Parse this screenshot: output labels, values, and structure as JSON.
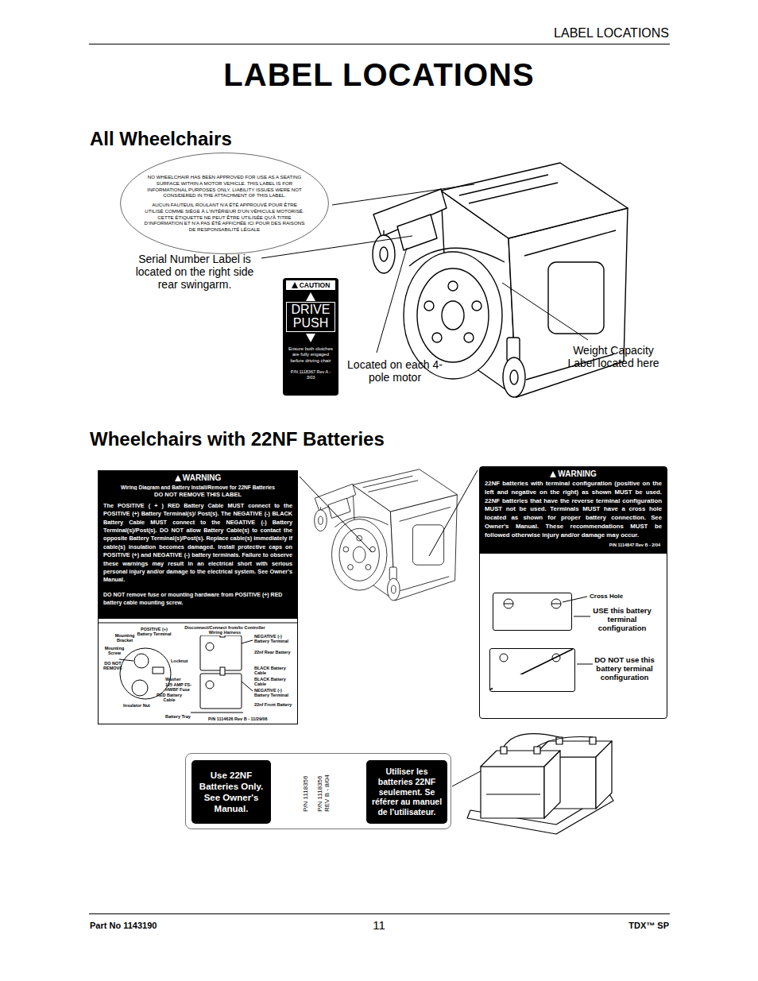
{
  "diagram": {
    "title": "LABEL LOCATIONS",
    "nodes": [
      {
        "text": [
          "NO WHEELCHAIR HAS BEEN APPROVED FOR USE AS A SEATING SURFACE WITHIN A MOTOR VEHICLE. THIS LABEL IS FOR INFORMATIONAL PURPOSES ONLY. LIABILITY ISSUES WERE NOT CONSIDERED IN THE ATTACHMENT OF THIS LABEL.",
          "AUCUN FAUTEUIL ROULANT N'A ÉTÉ APPROUVÉ POUR ÊTRE UTILISÉ COMME SIÈGE À L'INTÉRIEUR D'UN VÉHICULE MOTORISÉ. CETTE ÉTIQUETTE NE PEUT ÊTRE UTILISÉE QU'À TITRE D'INFORMATION ET N'A PAS ÉTÉ AFFICHÉE ICI POUR DES RAISONS DE RESPONSABILITÉ LÉGALE"
        ]
      },
      {
        "text": [
          "CAUTION",
          "DRIVE",
          "PUSH",
          "Ensure both clutches are fully engaged before driving chair",
          "P/N 1118367 Rev A - 3/03"
        ]
      },
      {
        "text": [
          "WARNING",
          "Wiring Diagram and Battery Install/Remove for 22NF Batteries",
          "DO NOT REMOVE THIS LABEL",
          "The POSITIVE ( + ) RED Battery Cable MUST connect to the POSITIVE (+) Battery Terminal(s)/ Post(s). The NEGATIVE (-) BLACK Battery Cable MUST connect to the NEGATIVE (-) Battery Terminal(s)/Post(s). DO NOT allow Battery Cable(s) to contact the opposite Battery Terminal(s)/Post(s). Replace cable(s) immediately if cable(s) insulation becomes damaged. Install protective caps on POSITIVE (+) and NEGATIVE (-) battery terminals. Failure to observe these warnings may result in an electrical short with serious personal injury and/or damage to the electrical system. See Owner's Manual.",
          "DO NOT remove fuse or mounting hardware from POSITIVE (+) RED battery cable mounting screw."
        ]
      },
      {
        "text": [
          "WARNING",
          "22NF batteries with terminal configuration (positive on the left and negative on the right) as shown MUST be used. 22NF batteries that have the reverse terminal configuration MUST not be used. Terminals MUST have a cross hole located as shown for proper battery connection. See Owner's Manual. These recommendations MUST be followed otherwise injury and/or damage may occur.",
          "P/N 1114847 Rev B - 2/04"
        ]
      },
      {
        "text": [
          "Positive Terminal",
          "Negative Terminal"
        ],
        "in": 3
      },
      {
        "text": [
          "Negative Terminal",
          "Positive Terminal"
        ],
        "in": 3
      },
      {
        "text": []
      },
      {
        "text": [
          "Use 22NF Batteries Only. See Owner's Manual."
        ],
        "in": 6
      },
      {
        "text": [
          "Utiliser les batteries 22NF seulement. Se référer au manuel de l'utilisateur."
        ],
        "in": 6
      }
    ],
    "labels": [
      "LABEL LOCATIONS",
      "All Wheelchairs",
      "Serial Number Label is located on the right side rear swingarm.",
      "Located on each 4-pole motor",
      "Weight Capacity Label located here",
      "Wheelchairs with 22NF Batteries",
      "Mounting Bracket",
      "POSITIVE (+) Battery Terminal",
      "Mounting Screw",
      "DO NOT REMOVE",
      "Locknut",
      "Washer",
      "125 AMP FS-HWBF Fuse",
      "RED Battery Cable",
      "Insulator Nut",
      "Battery Tray",
      "Disconnect/Connect from/to Controller Wiring Harness",
      "NEGATIVE (-) Battery Terminal",
      "22nf Rear Battery",
      "BLACK Battery Cable",
      "BLACK Battery Cable",
      "NEGATIVE (-) Battery Terminal",
      "22nf Front Battery",
      "P/N 1114626 Rev B - 11/29/06",
      "Cross Hole",
      "USE this battery terminal configuration",
      "DO NOT use this battery terminal configuration",
      "P/N 1118356",
      "P/N 1118356 REV B - 8/04",
      "Part No 1143190",
      "11",
      "TDX™ SP"
    ]
  }
}
